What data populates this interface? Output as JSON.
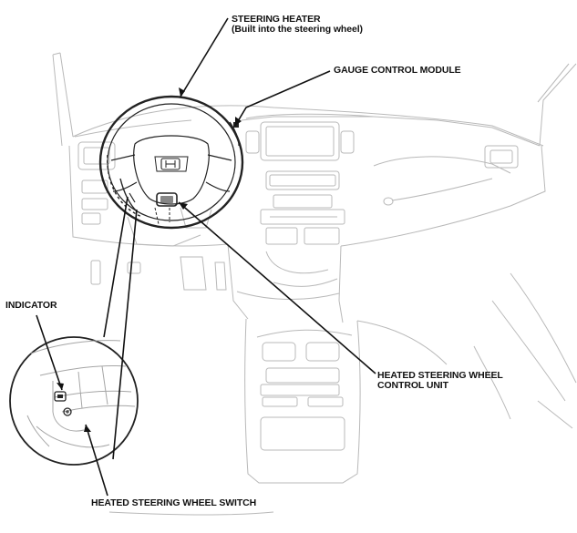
{
  "labels": {
    "steering_heater": {
      "line1": "STEERING HEATER",
      "line2": "(Built into the steering wheel)"
    },
    "gauge_control_module": "GAUGE CONTROL MODULE",
    "indicator": "INDICATOR",
    "heated_steering_wheel_control_unit": {
      "line1": "HEATED STEERING WHEEL",
      "line2": "CONTROL UNIT"
    },
    "heated_steering_wheel_switch": "HEATED STEERING WHEEL SWITCH"
  },
  "colors": {
    "line_art": "#b9b9b9",
    "highlight": "#222222",
    "leader": "#111111",
    "background": "#ffffff"
  }
}
